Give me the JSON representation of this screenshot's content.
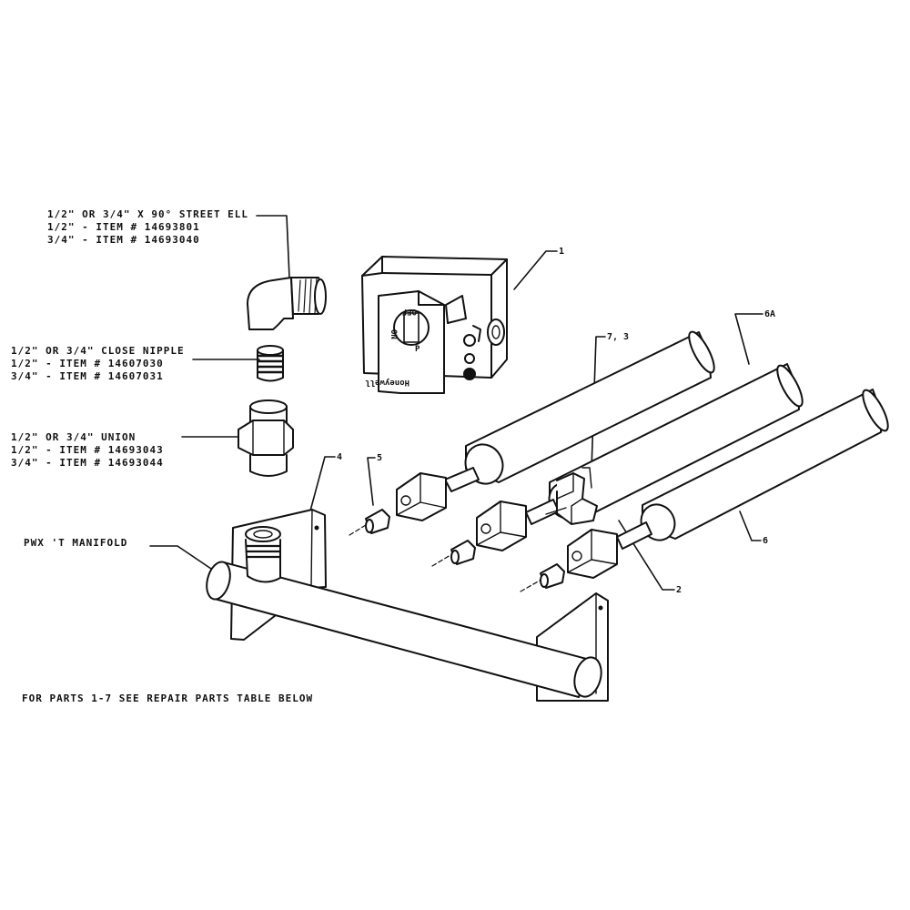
{
  "callouts": {
    "street_ell": {
      "title": "1/2\" OR 3/4\" X 90° STREET ELL",
      "line1": "1/2\" - ITEM # 14693801",
      "line2": "3/4\" - ITEM # 14693040"
    },
    "close_nipple": {
      "title": "1/2\" OR 3/4\" CLOSE NIPPLE",
      "line1": "1/2\" - ITEM # 14607030",
      "line2": "3/4\" - ITEM # 14607031"
    },
    "union": {
      "title": "1/2\" OR 3/4\" UNION",
      "line1": "1/2\" - ITEM # 14693043",
      "line2": "3/4\" - ITEM # 14693044"
    },
    "manifold": "PWX 'T MANIFOLD",
    "footer_note": "FOR PARTS 1-7 SEE REPAIR PARTS TABLE BELOW"
  },
  "part_numbers": {
    "valve": "1",
    "igniter": "7, 3",
    "burner_6a": "6A",
    "bracket": "4",
    "orifice": "5",
    "thermocouple": "2",
    "burner_6": "6"
  },
  "valve_text": {
    "knob_on": "ON",
    "knob_off": "OFF",
    "knob_pilot": "P",
    "brand": "Honeywell"
  }
}
